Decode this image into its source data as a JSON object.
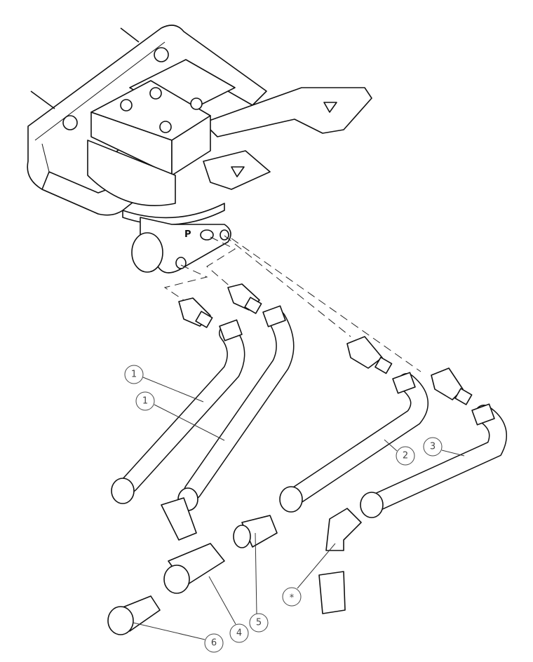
{
  "diagram": {
    "type": "exploded-parts-drawing",
    "port_label": "P",
    "callouts": [
      {
        "id": "callout-1a",
        "label": "1"
      },
      {
        "id": "callout-1b",
        "label": "1"
      },
      {
        "id": "callout-2",
        "label": "2"
      },
      {
        "id": "callout-3",
        "label": "3"
      },
      {
        "id": "callout-4",
        "label": "4"
      },
      {
        "id": "callout-5",
        "label": "5"
      },
      {
        "id": "callout-6",
        "label": "6"
      },
      {
        "id": "callout-star",
        "label": "*"
      }
    ]
  }
}
